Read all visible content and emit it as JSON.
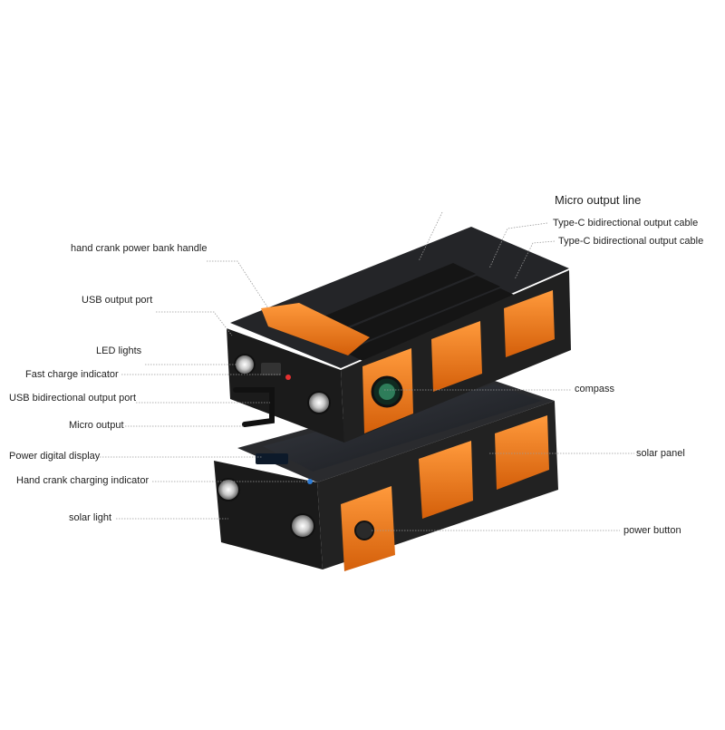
{
  "colors": {
    "accent": "#f07a1a",
    "body": "#1c1c1c",
    "leader": "#9a9a9a"
  },
  "labels": {
    "micro_output_line": "Micro output line",
    "typec_cable_1": "Type-C bidirectional output cable",
    "typec_cable_2": "Type-C bidirectional output cable",
    "crank_handle": "hand crank power bank handle",
    "usb_output_port": "USB output port",
    "led_lights": "LED lights",
    "fast_charge_indicator": "Fast charge indicator",
    "usb_bidirectional_port": "USB bidirectional output port",
    "micro_output": "Micro output",
    "power_digital_display": "Power digital display",
    "hand_crank_indicator": "Hand crank charging indicator",
    "solar_light": "solar light",
    "compass": "compass",
    "solar_panel": "solar panel",
    "power_button": "power button"
  }
}
